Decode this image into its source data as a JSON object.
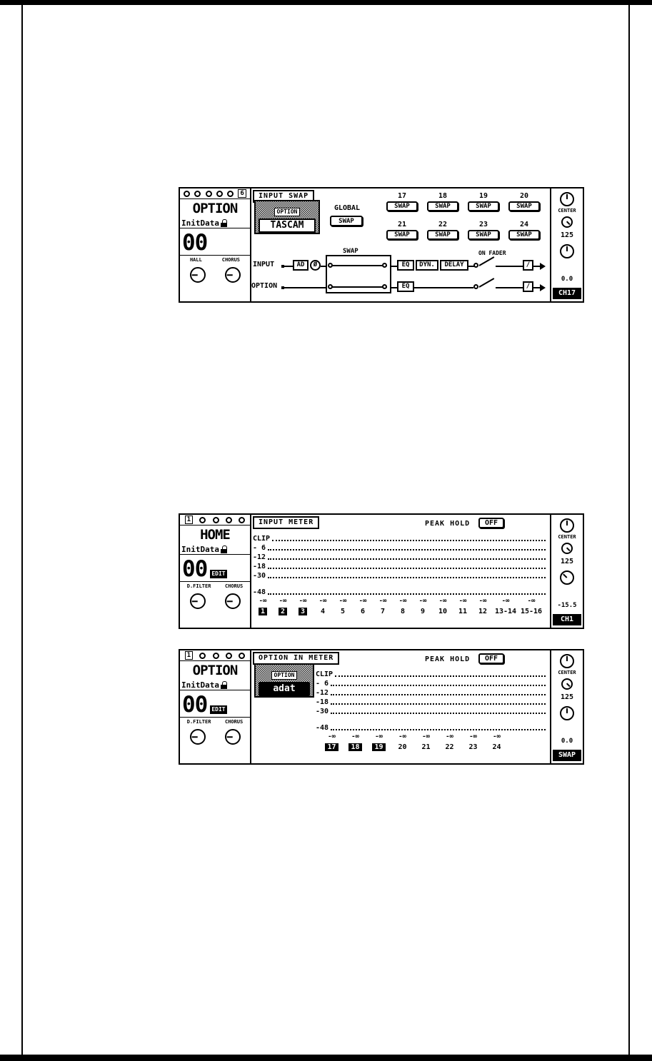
{
  "input_swap": {
    "title": "INPUT SWAP",
    "sidebar": {
      "layer_badge": "6",
      "mode": "OPTION",
      "preset_name": "InitData",
      "preset_number": "00",
      "knob1_label": "HALL",
      "knob2_label": "CHORUS"
    },
    "option_card": {
      "label": "OPTION",
      "value": "TASCAM"
    },
    "global": {
      "label": "GLOBAL",
      "button": "SWAP"
    },
    "swap_rows": [
      {
        "channels": [
          "17",
          "18",
          "19",
          "20"
        ],
        "buttons": [
          "SWAP",
          "SWAP",
          "SWAP",
          "SWAP"
        ]
      },
      {
        "channels": [
          "21",
          "22",
          "23",
          "24"
        ],
        "buttons": [
          "SWAP",
          "SWAP",
          "SWAP",
          "SWAP"
        ]
      }
    ],
    "flow": {
      "swap_label": "SWAP",
      "input_label": "INPUT",
      "option_label": "OPTION",
      "ad": "AD",
      "phase": "Ø",
      "eq1": "EQ",
      "dyn": "DYN.",
      "delay": "DELAY",
      "eq2": "EQ",
      "on_fader": "ON FADER",
      "fader_glyph": "/"
    },
    "right": {
      "pan": "CENTER",
      "freq": "125",
      "level": "0.0",
      "badge": "CH17"
    }
  },
  "input_meter": {
    "title": "INPUT METER",
    "peak_hold": {
      "label": "PEAK HOLD",
      "button": "OFF"
    },
    "sidebar": {
      "layer_badge": "1",
      "mode": "HOME",
      "preset_name": "InitData",
      "preset_number": "00",
      "edit_badge": "EDIT",
      "knob1_label": "D.FILTER",
      "knob2_label": "CHORUS"
    },
    "scale": [
      "CLIP",
      "- 6",
      "-12",
      "-18",
      "-30",
      "-48"
    ],
    "levels": [
      "-∞",
      "-∞",
      "-∞",
      "-∞",
      "-∞",
      "-∞",
      "-∞",
      "-∞",
      "-∞",
      "-∞",
      "-∞",
      "-∞",
      "-∞",
      "-∞"
    ],
    "channels": [
      {
        "label": "1",
        "active": true
      },
      {
        "label": "2",
        "active": true
      },
      {
        "label": "3",
        "active": true
      },
      {
        "label": "4",
        "active": false
      },
      {
        "label": "5",
        "active": false
      },
      {
        "label": "6",
        "active": false
      },
      {
        "label": "7",
        "active": false
      },
      {
        "label": "8",
        "active": false
      },
      {
        "label": "9",
        "active": false
      },
      {
        "label": "10",
        "active": false
      },
      {
        "label": "11",
        "active": false
      },
      {
        "label": "12",
        "active": false
      },
      {
        "label": "13-14",
        "active": false
      },
      {
        "label": "15-16",
        "active": false
      }
    ],
    "right": {
      "pan": "CENTER",
      "freq": "125",
      "level": "-15.5",
      "badge": "CH1"
    }
  },
  "option_in_meter": {
    "title": "OPTION IN METER",
    "peak_hold": {
      "label": "PEAK HOLD",
      "button": "OFF"
    },
    "sidebar": {
      "layer_badge": "1",
      "mode": "OPTION",
      "preset_name": "InitData",
      "preset_number": "00",
      "edit_badge": "EDIT",
      "knob1_label": "D.FILTER",
      "knob2_label": "CHORUS"
    },
    "option_card": {
      "label": "OPTION",
      "value": "adat"
    },
    "scale": [
      "CLIP",
      "- 6",
      "-12",
      "-18",
      "-30",
      "-48"
    ],
    "levels": [
      "-∞",
      "-∞",
      "-∞",
      "-∞",
      "-∞",
      "-∞",
      "-∞",
      "-∞"
    ],
    "channels": [
      {
        "label": "17",
        "active": true
      },
      {
        "label": "18",
        "active": true
      },
      {
        "label": "19",
        "active": true
      },
      {
        "label": "20",
        "active": false
      },
      {
        "label": "21",
        "active": false
      },
      {
        "label": "22",
        "active": false
      },
      {
        "label": "23",
        "active": false
      },
      {
        "label": "24",
        "active": false
      }
    ],
    "right": {
      "pan": "CENTER",
      "freq": "125",
      "level": "0.0",
      "badge": "SWAP"
    }
  }
}
